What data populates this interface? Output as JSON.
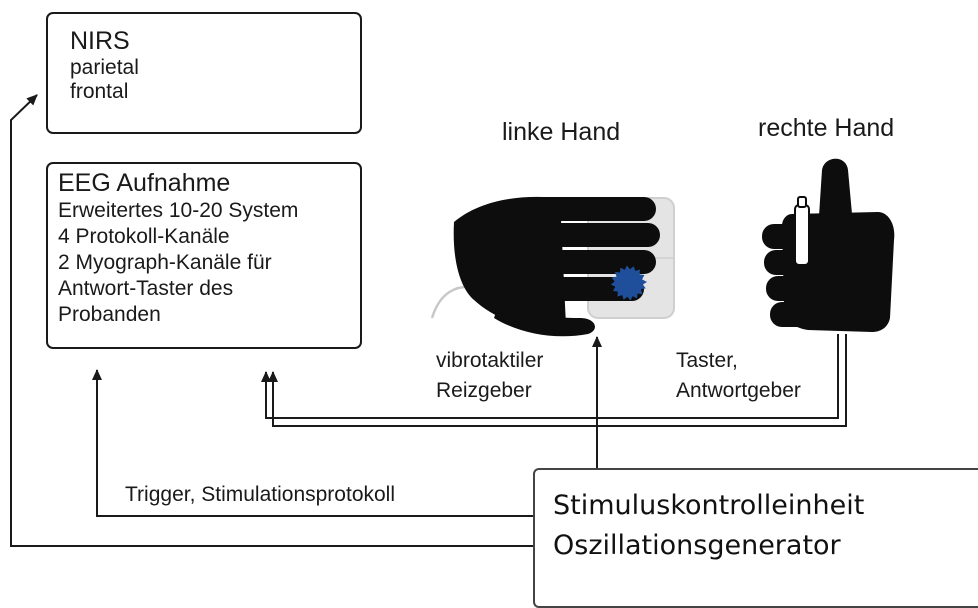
{
  "nirs_box": {
    "title": "NIRS",
    "lines": [
      "parietal",
      "frontal"
    ]
  },
  "eeg_box": {
    "title": "EEG Aufnahme",
    "lines": [
      "Erweitertes 10-20 System",
      "4 Protokoll-Kanäle",
      "2 Myograph-Kanäle für",
      "Antwort-Taster des",
      "Probanden"
    ]
  },
  "left_hand": {
    "label": "linke Hand",
    "stimulator_label": [
      "vibrotaktiler",
      "Reizgeber"
    ]
  },
  "right_hand": {
    "label": "rechte Hand",
    "button_label": [
      "Taster,",
      "Antwortgeber"
    ]
  },
  "trigger_label": "Trigger, Stimulationsprotokoll",
  "control_unit": {
    "lines": [
      "Stimuluskontrolleinheit",
      "Oszillationsgenerator"
    ]
  },
  "colors": {
    "line": "#1a1a1a",
    "hand": "#0d0d0d",
    "pad": "#e4e4e4",
    "stimulator": "#1f4f9a"
  },
  "icons": [
    "left-hand-icon",
    "thumbs-up-hand-icon",
    "vibrotactile-stimulator-icon",
    "response-button-icon"
  ]
}
